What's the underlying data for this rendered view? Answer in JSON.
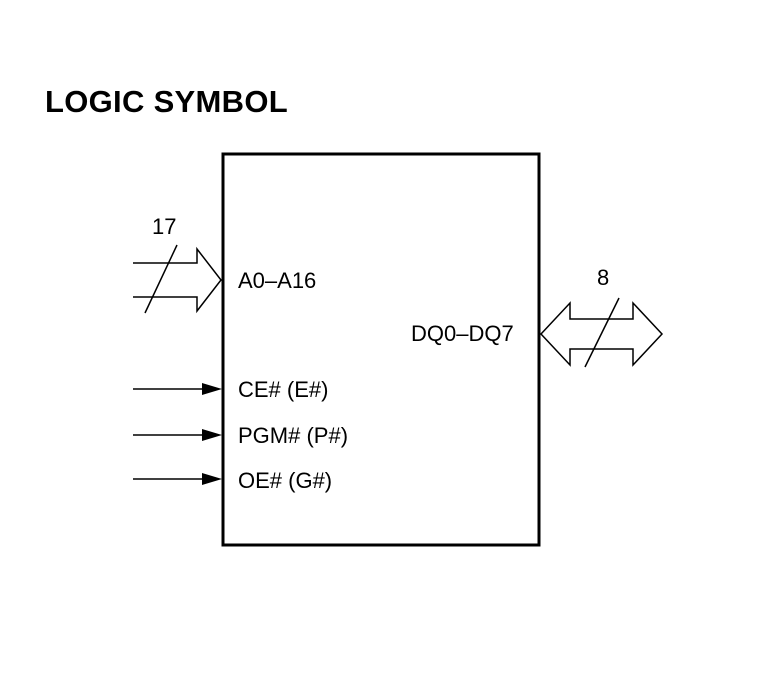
{
  "title": "LOGIC SYMBOL",
  "inputs": {
    "address_bus": {
      "label": "A0–A16",
      "width": "17"
    },
    "chip_enable": {
      "label": "CE# (E#)"
    },
    "program": {
      "label": "PGM# (P#)"
    },
    "output_enable": {
      "label": "OE# (G#)"
    }
  },
  "outputs": {
    "data_bus": {
      "label": "DQ0–DQ7",
      "width": "8"
    }
  }
}
